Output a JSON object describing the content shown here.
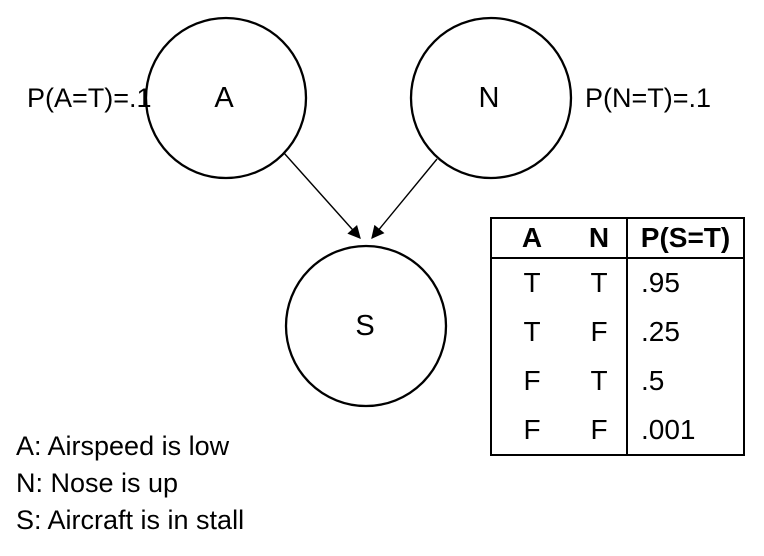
{
  "diagram": {
    "nodes": {
      "a": {
        "label": "A"
      },
      "n": {
        "label": "N"
      },
      "s": {
        "label": "S"
      }
    },
    "edges": [
      {
        "from": "A",
        "to": "S"
      },
      {
        "from": "N",
        "to": "S"
      }
    ],
    "annotations": {
      "prob_a": "P(A=T)=.1",
      "prob_n": "P(N=T)=.1"
    }
  },
  "cpt_table": {
    "headers": [
      "A",
      "N",
      "P(S=T)"
    ],
    "rows": [
      [
        "T",
        "T",
        ".95"
      ],
      [
        "T",
        "F",
        ".25"
      ],
      [
        "F",
        "T",
        ".5"
      ],
      [
        "F",
        "F",
        ".001"
      ]
    ]
  },
  "legend": {
    "lines": [
      "A: Airspeed is low",
      "N: Nose is up",
      "S: Aircraft is in stall"
    ]
  },
  "colors": {
    "ink": "#000000",
    "background": "#ffffff"
  }
}
